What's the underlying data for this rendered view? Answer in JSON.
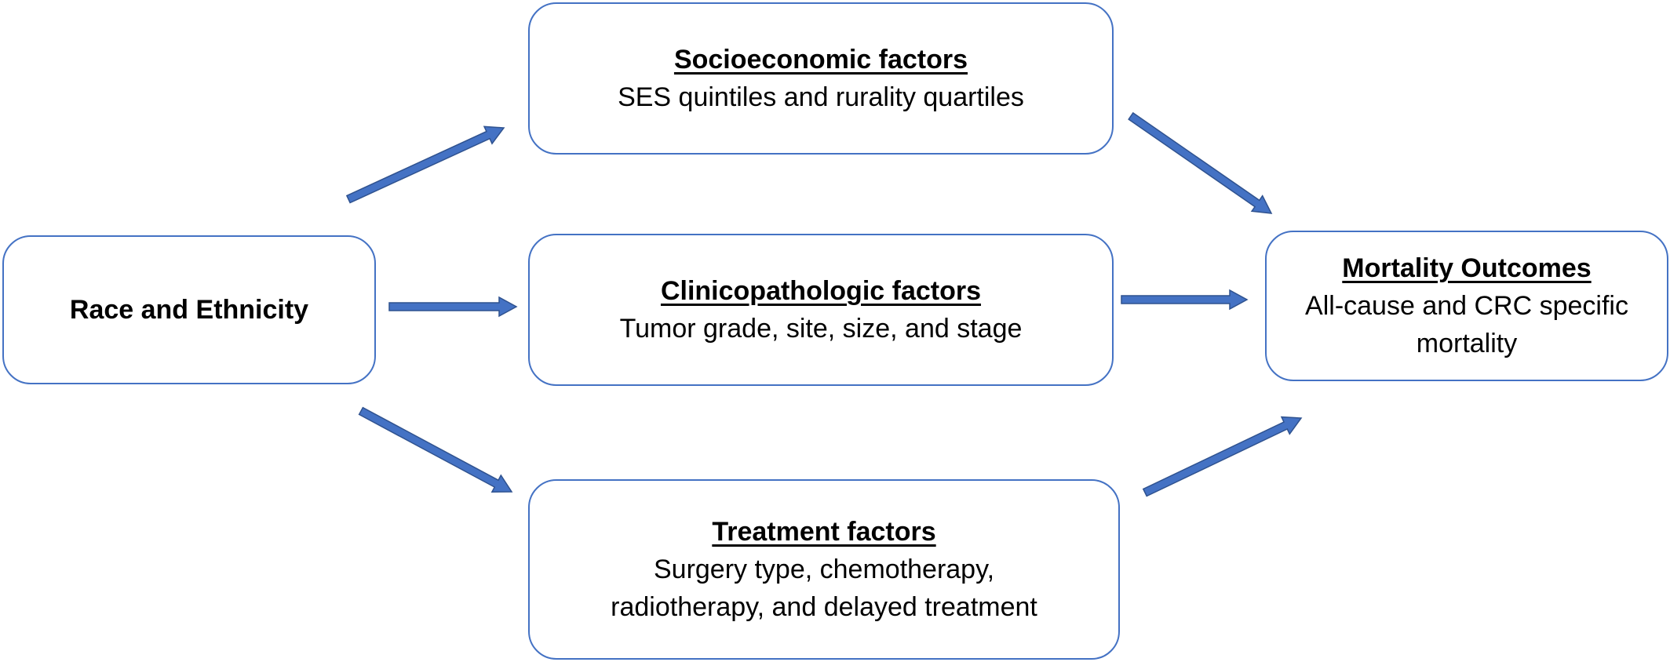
{
  "colors": {
    "border": "#4472c4",
    "arrow_fill": "#4472c4",
    "arrow_stroke": "#2f528f",
    "text": "#000000",
    "background": "#ffffff"
  },
  "nodes": {
    "race": {
      "title": "Race and Ethnicity"
    },
    "ses": {
      "title": "Socioeconomic factors",
      "body": "SES quintiles and rurality quartiles"
    },
    "clinicopathologic": {
      "title": "Clinicopathologic factors",
      "body": "Tumor grade, site, size, and stage"
    },
    "treatment": {
      "title": "Treatment factors",
      "body": "Surgery type, chemotherapy,\nradiotherapy, and delayed treatment"
    },
    "mortality": {
      "title": "Mortality Outcomes",
      "body": "All-cause and CRC specific\nmortality"
    }
  },
  "edges": [
    {
      "from": "race",
      "to": "ses"
    },
    {
      "from": "race",
      "to": "clinicopathologic"
    },
    {
      "from": "race",
      "to": "treatment"
    },
    {
      "from": "ses",
      "to": "mortality"
    },
    {
      "from": "clinicopathologic",
      "to": "mortality"
    },
    {
      "from": "treatment",
      "to": "mortality"
    }
  ]
}
